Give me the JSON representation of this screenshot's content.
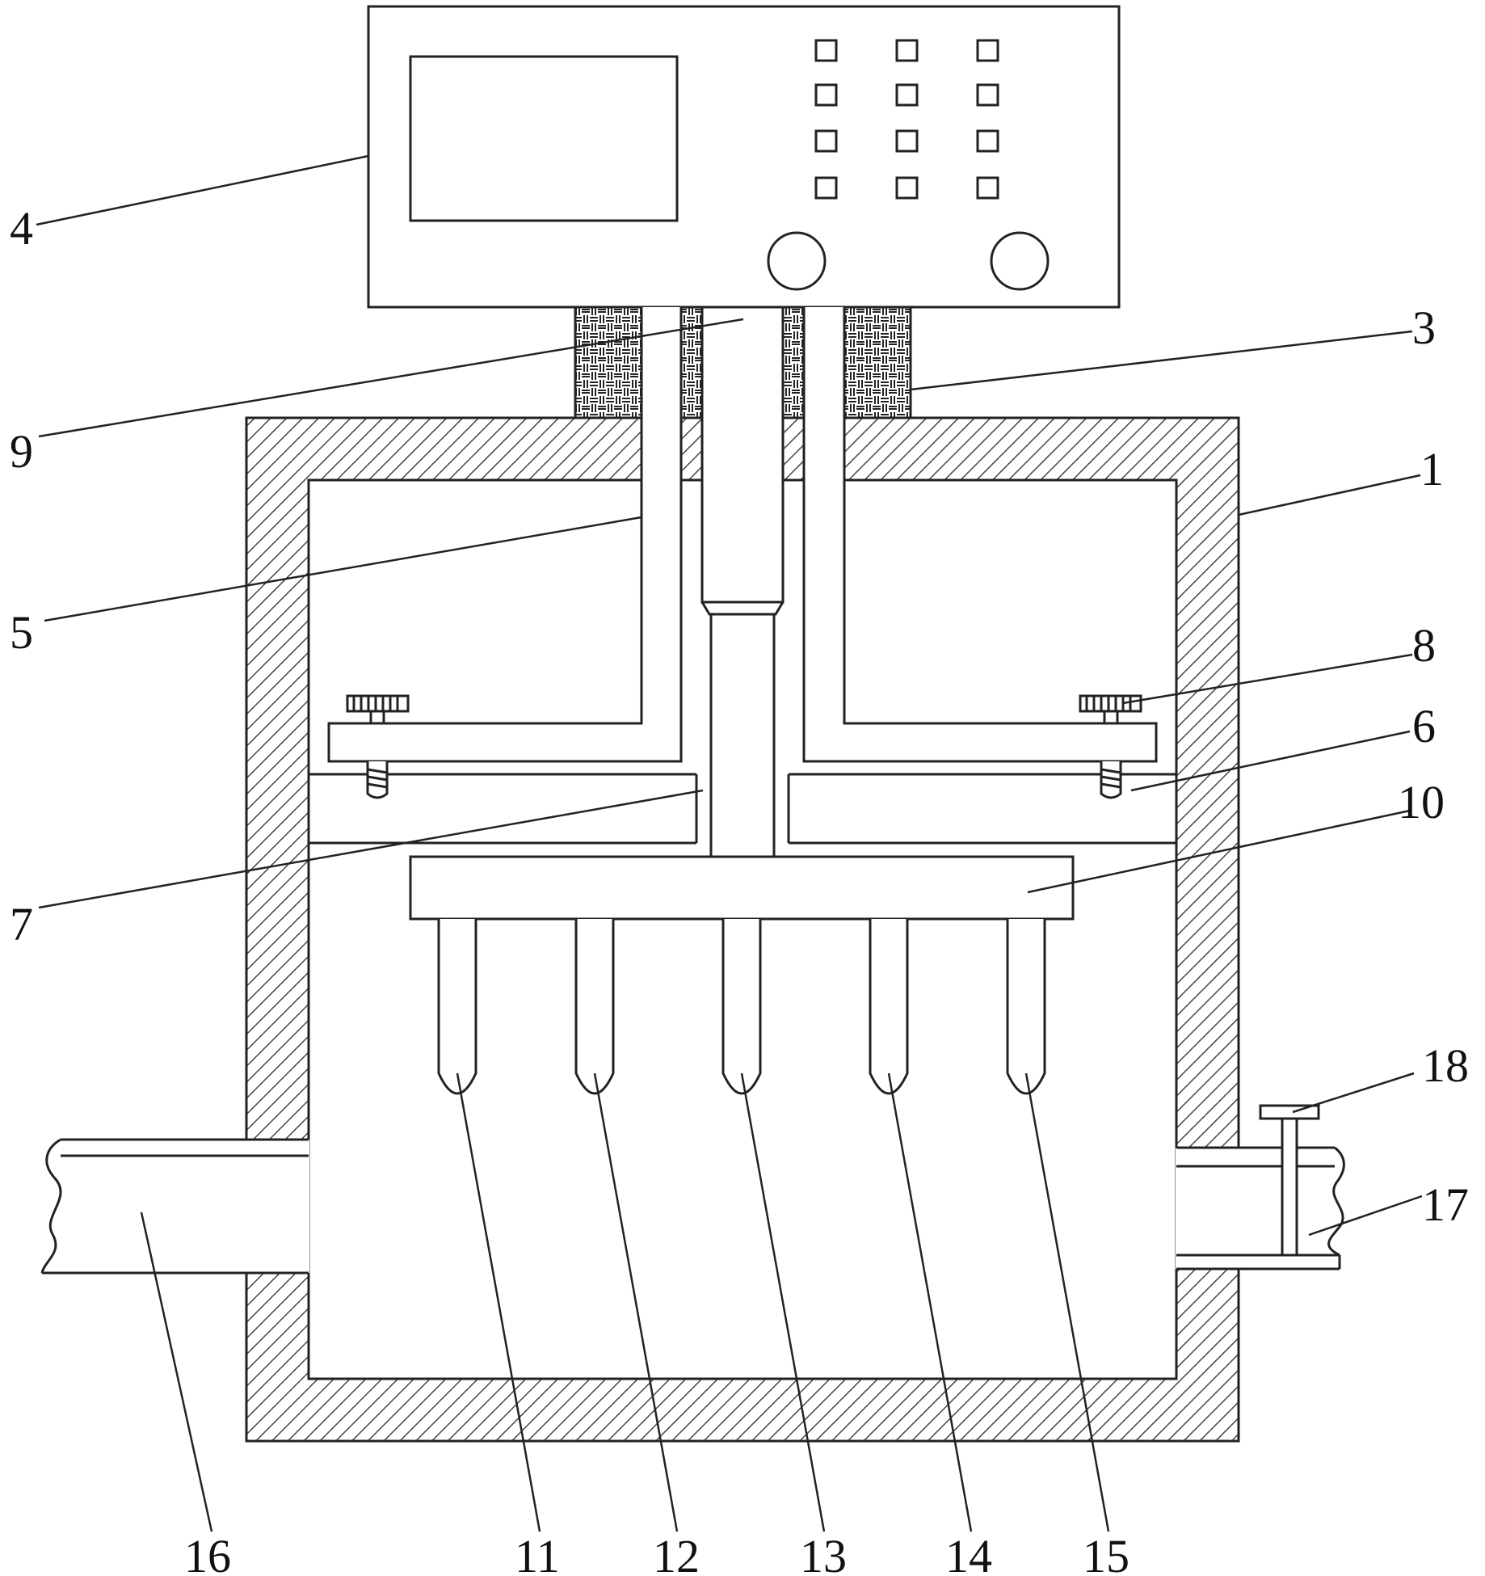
{
  "figure": {
    "labels": {
      "l1": "1",
      "l3": "3",
      "l4": "4",
      "l5": "5",
      "l6": "6",
      "l7": "7",
      "l8": "8",
      "l9": "9",
      "l10": "10",
      "l11": "11",
      "l12": "12",
      "l13": "13",
      "l14": "14",
      "l15": "15",
      "l16": "16",
      "l17": "17",
      "l18": "18"
    }
  }
}
